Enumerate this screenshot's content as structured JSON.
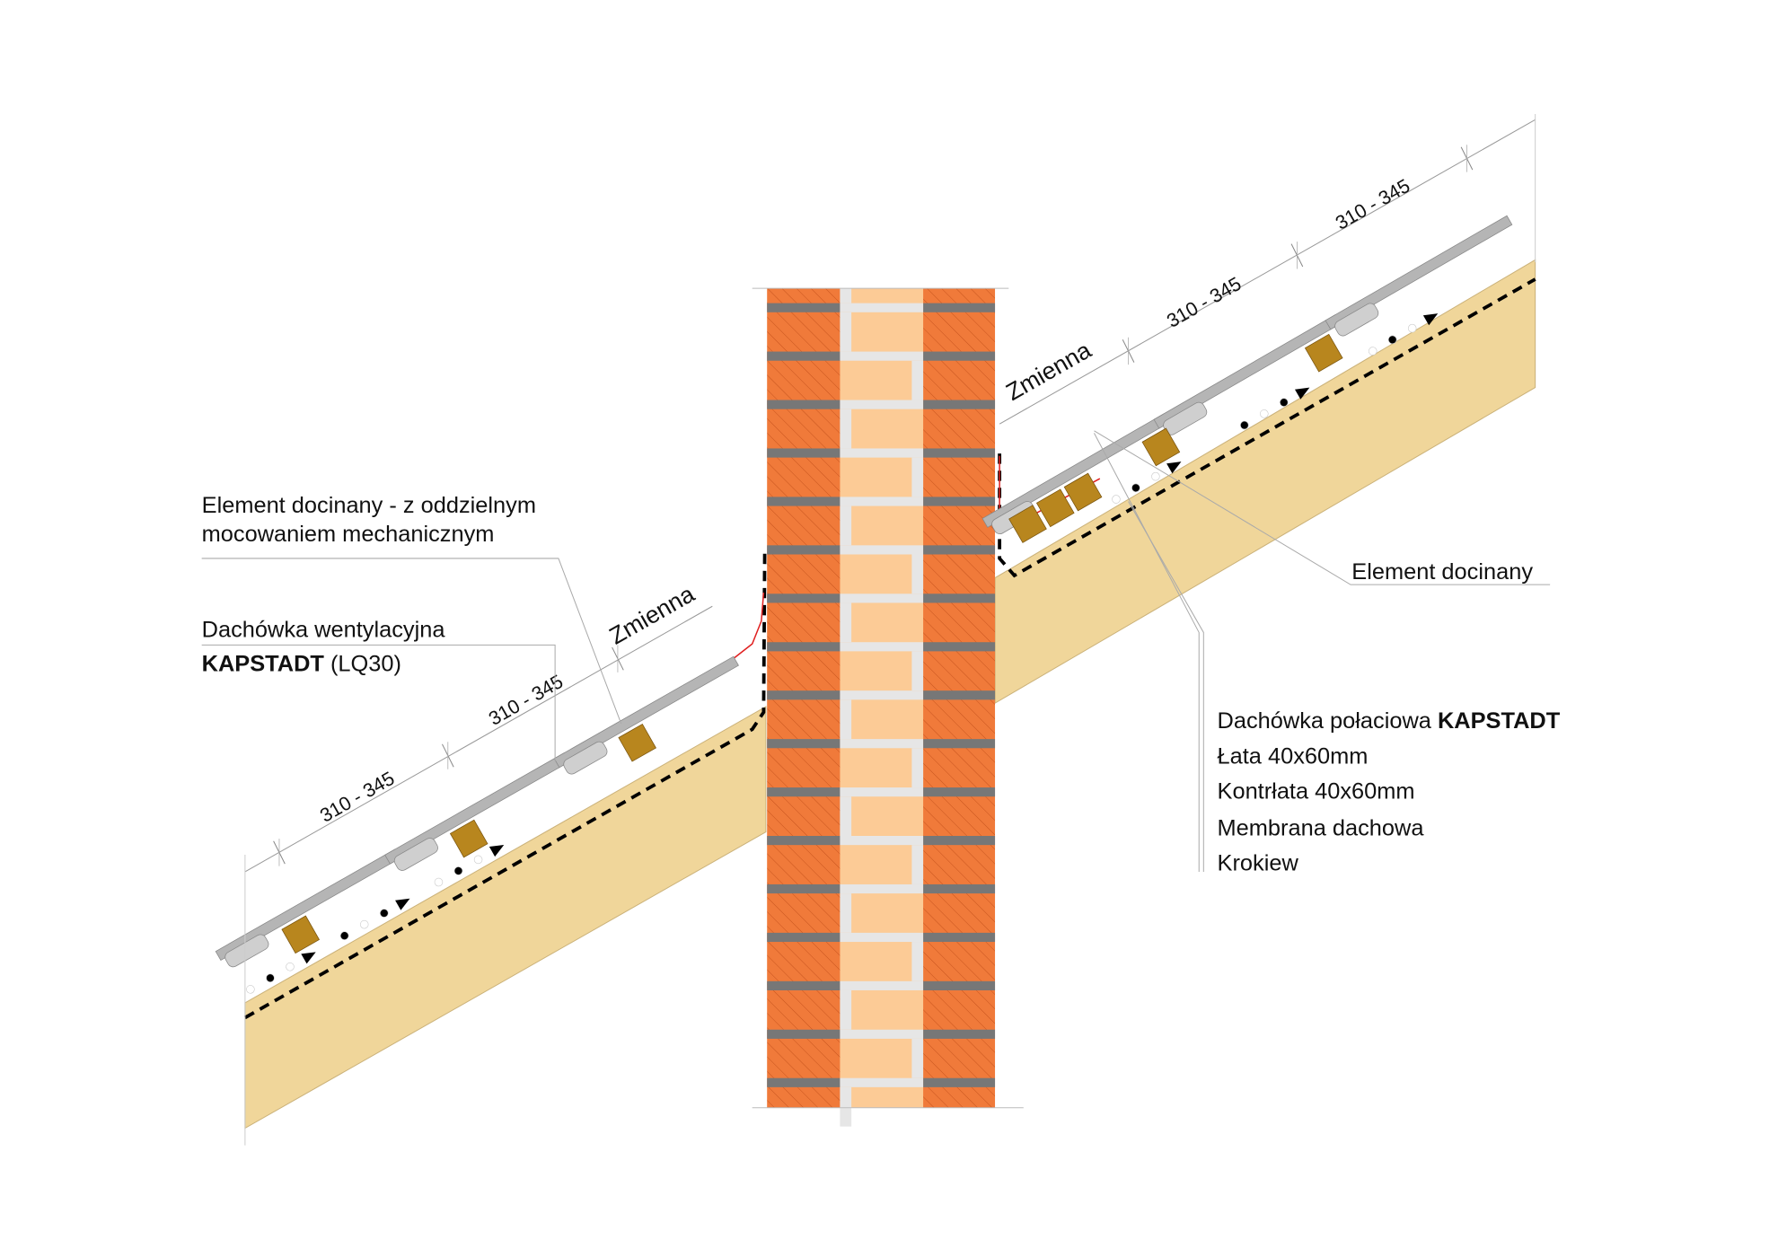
{
  "labels": {
    "element_docinany_mech_line1": "Element docinany - z oddzielnym",
    "element_docinany_mech_line2": "mocowaniem mechanicznym",
    "vent_tile_line1": "Dachówka wentylacyjna",
    "vent_tile_bold": "KAPSTADT",
    "vent_tile_suffix": " (LQ30)",
    "element_docinany": "Element docinany",
    "roof_tile_prefix": "Dachówka połaciowa ",
    "roof_tile_bold": "KAPSTADT",
    "batten": "Łata 40x60mm",
    "counter_batten": "Kontrłata 40x60mm",
    "membrane": "Membrana dachowa",
    "rafter": "Krokiew"
  },
  "dimensions": {
    "left": [
      "310 - 345",
      "310 - 345",
      "Zmienna"
    ],
    "right": [
      "Zmienna",
      "310 - 345",
      "310 - 345"
    ]
  },
  "colors": {
    "brick": "#f07a3a",
    "brick_inner": "#fccb96",
    "mortar": "#777777",
    "mortar_light": "#e6e6e6",
    "wood": "#f0d69a",
    "batten": "#b8861e",
    "tile": "#b5b5b5",
    "flashing": "#e02020"
  }
}
